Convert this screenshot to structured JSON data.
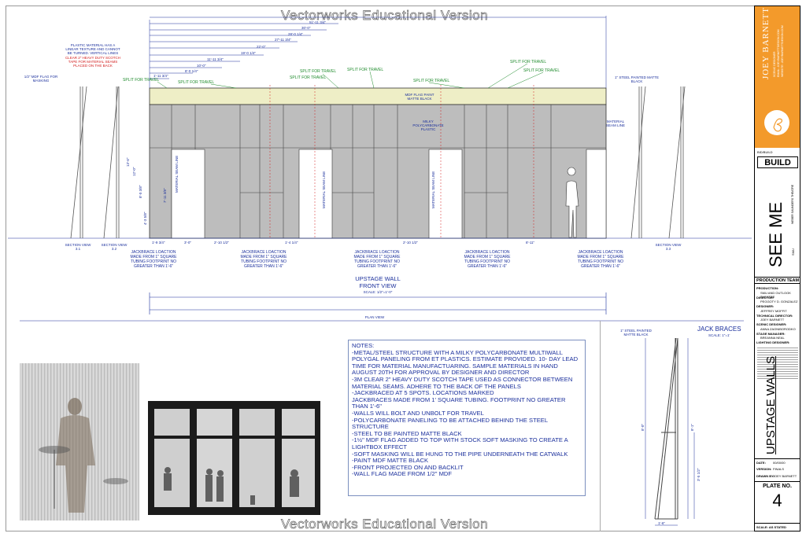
{
  "watermark": "Vectorworks Educational Version",
  "drawing": {
    "dimensions_top": [
      "51'-11 3/4\"",
      "30'-0\"",
      "28'-0 1/4\"",
      "27'-11 3/4\"",
      "22'-0\"",
      "19'-0 1/4\"",
      "11'-11 3/4\"",
      "10'-0\"",
      "8'-0 1/4\"",
      "1'-11 3/4\""
    ],
    "split_for_travel": "SPLIT FOR TRAVEL",
    "plastic_note": "PLASTIC MATERIAL HAS A LINEAR TEXTURE AND CANNOT BE TURNED. VERTICAL LINES",
    "tape_note": "CLEAR 2\" HEAVY DUTY SCOTCH TAPE FOR MATERIAL SEAMS PLACED ON THE BACK",
    "mdf_flag_note": "1/2\" MDF FLAG FOR MASKING",
    "steel_note": "1\" STEEL PAINTED MATTE BLACK",
    "mdf_flag_label": "MDF FLAG PAINT MATTE BLACK",
    "polycarb_label": "MILKY POLYCARBONATE PLASTIC",
    "material_seam_line": "MATERIAL SEAM LINE",
    "seam_line_vertical": "MATERIAL SEAM LINE",
    "height_dims": [
      "13'-6\"",
      "12'-0\"",
      "8'-0 3/8\"",
      "4'-3 5/8\""
    ],
    "opening_dim": "7'-11 3/8\"",
    "bottom_dims": [
      "1'-9 3/4\"",
      "3'-0\"",
      "2'-10 1/2\"",
      "1'-4 1/4\"",
      "2'-10 1/2\"",
      "8'-11\""
    ],
    "section_views": [
      "SECTION VIEW 3.1",
      "SECTION VIEW 3.2",
      "SECTION VIEW 3.3"
    ],
    "jackbrace_note": "JACKBRACE LOACTION MADE FROM 1\" SQUARE TUBING FOOTPRINT NO GREATER THAN 1'-6\"",
    "wall_title": "UPSTAGE WALL",
    "wall_subtitle": "FRONT VIEW",
    "wall_scale": "SCALE: 1/2\"=1'-0\"",
    "plan_view": "PLAN VIEW"
  },
  "notes": {
    "heading": "NOTES:",
    "lines": [
      "-METAL/STEEL STRUCTURE WITH A MILKY POLYCARBONATE MULTIWALL POLYGAL PANELING FROM ET PLASTICS. ESTIMATE PROVIDED. 10- DAY LEAD TIME FOR MATERIAL MANUFACTUARING. SAMPLE MATERIALS IN HAND AUGUST 20TH FOR APPROVAL BY DESIGNER AND DIRECTOR",
      "-3M CLEAR 2\" HEAVY DUTY SCOTCH TAPE USED AS CONNECTOR BETWEEN MATERIAL SEAMS. ADHERE TO THE BACK OF THE PANELS",
      "-JACKBRACED AT 5 SPOTS. LOCATIONS MARKED",
      "JACKBRACES MADE FROM 1' SQUARE TUBING. FOOTPRINT NO GREATER THAN 1'-6\"",
      "-WALLS WILL BOLT AND UNBOLT FOR TRAVEL",
      "-POLYCARBONATE PANELING TO BE ATTACHED BEHIND THE STEEL STRUCTURE",
      "-STEEL TO BE PAINTED MATTE BLACK",
      "-1½\" MDF FLAG ADDED TO TOP WITH STOCK SOFT MASKING TO CREATE A LIGHTBOX EFFECT",
      "-SOFT MASKING WILL BE HUNG TO THE PIPE UNDERNEATH THE CATWALK",
      "-PAINT MDF MATTE BLACK",
      "-FRONT PROJECTED ON AND BACKLIT",
      "-WALL FLAG MADE FROM 1/2\" MDF"
    ]
  },
  "jack_braces": {
    "title": "JACK BRACES",
    "scale": "SCALE: 1\"=1'",
    "steel_note": "1\" STEEL PAINTED MATTE BLACK",
    "dims": [
      "8'-0\"",
      "8'-1\"",
      "3'-5 1/2\"",
      "1'-6\""
    ]
  },
  "title_block": {
    "designer_name": "JOEY BARNETT",
    "contact_lines": [
      "SCENIC DESIGNER",
      "EMAIL: JOEYBARNETTDESIGN.COM",
      "WEBSITE: JOEYBARNETTDESIGN.COM"
    ],
    "build_small": "BID/BUILD",
    "build": "BUILD",
    "show_title": "SEE ME",
    "show_sub": "WEBER SAUNDERS THEATRE",
    "show_code": "SMU",
    "production_team": "PRODUCTION TEAM",
    "team_roles": [
      "PRODUCTION:",
      "DIRECTOR:",
      "DESIGNER:",
      "TECHNICAL DIRECTOR:",
      "SCENIC DESIGNER:",
      "STAGE MANAGER:",
      "LIGHTING DESIGNER:"
    ],
    "team_names": [
      "SMU AND OUTLOOK THEATRE",
      "PEGGOTY D. GONZALEZ",
      "JEFFREY MOFFIT",
      "JOEY BARNETT",
      "ANNA ZAGNIBORODKO",
      "BREANNA NEAL"
    ],
    "sheet_title": "UPSTAGE WALLS",
    "date_label": "DATE:",
    "date_value": "00/00/00",
    "version_label": "VERSION:",
    "version_value": "FINALS",
    "drawn_label": "DRAWN BY:",
    "drawn_value": "JOEY BARNETT",
    "plate_label": "PLATE NO.",
    "plate_no": "4",
    "scale_label": "SCALE: AS STATED"
  },
  "colors": {
    "panel": "#bdbdbd",
    "flag": "#eeeec6",
    "accent_orange": "#f39a2b",
    "line_blue": "#1a2f9c",
    "note_red": "#d21a1a",
    "note_green": "#1c8a2a"
  }
}
